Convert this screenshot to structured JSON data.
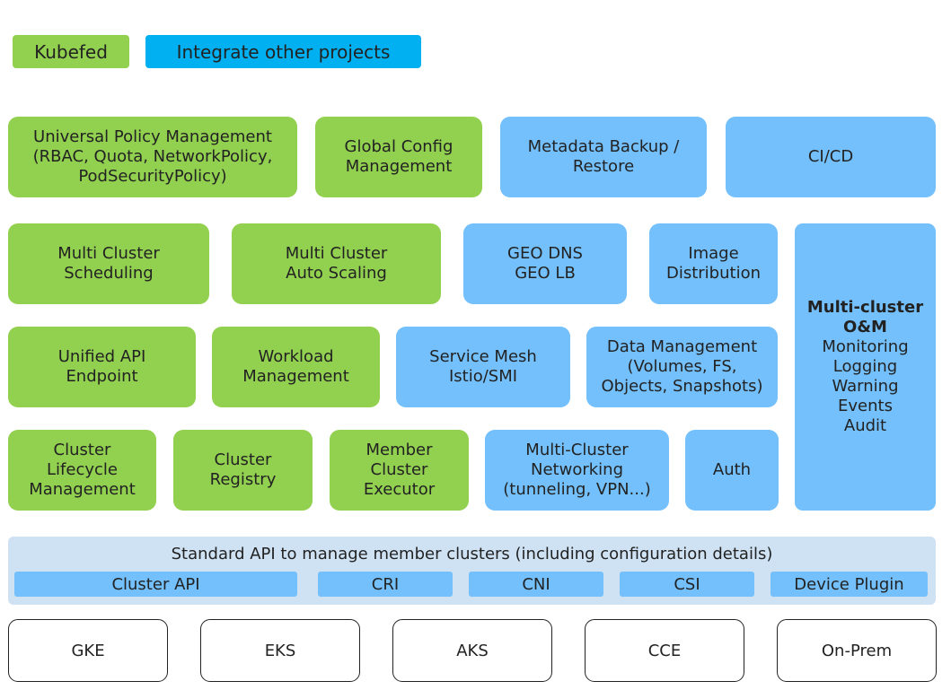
{
  "legend": {
    "kubefed": "Kubefed",
    "other": "Integrate other projects"
  },
  "boxes": {
    "universal_policy": [
      "Universal Policy Management",
      "(RBAC, Quota, NetworkPolicy,",
      "PodSecurityPolicy)"
    ],
    "global_config": [
      "Global Config",
      "Management"
    ],
    "metadata_backup": [
      "Metadata Backup /",
      "Restore"
    ],
    "cicd": [
      "CI/CD"
    ],
    "multi_cluster_scheduling": [
      "Multi Cluster",
      "Scheduling"
    ],
    "multi_cluster_autoscaling": [
      "Multi Cluster",
      "Auto Scaling"
    ],
    "geo_dns": [
      "GEO DNS",
      "GEO LB"
    ],
    "image_distribution": [
      "Image",
      "Distribution"
    ],
    "om_title": [
      "Multi-cluster",
      "O&M"
    ],
    "om_items": [
      "Monitoring",
      "Logging",
      "Warning",
      "Events",
      "Audit"
    ],
    "unified_api": [
      "Unified API",
      "Endpoint"
    ],
    "workload_mgmt": [
      "Workload",
      "Management"
    ],
    "service_mesh": [
      "Service Mesh",
      "Istio/SMI"
    ],
    "data_mgmt": [
      "Data Management",
      "(Volumes, FS,",
      "Objects, Snapshots)"
    ],
    "cluster_lifecycle": [
      "Cluster",
      "Lifecycle",
      "Management"
    ],
    "cluster_registry": [
      "Cluster",
      "Registry"
    ],
    "member_executor": [
      "Member",
      "Cluster",
      "Executor"
    ],
    "mc_networking": [
      "Multi-Cluster",
      "Networking",
      "(tunneling, VPN...)"
    ],
    "auth": [
      "Auth"
    ]
  },
  "api": {
    "title": "Standard API to manage member clusters (including configuration details)",
    "items": [
      "Cluster API",
      "CRI",
      "CNI",
      "CSI",
      "Device Plugin"
    ]
  },
  "providers": [
    "GKE",
    "EKS",
    "AKS",
    "CCE",
    "On-Prem"
  ]
}
